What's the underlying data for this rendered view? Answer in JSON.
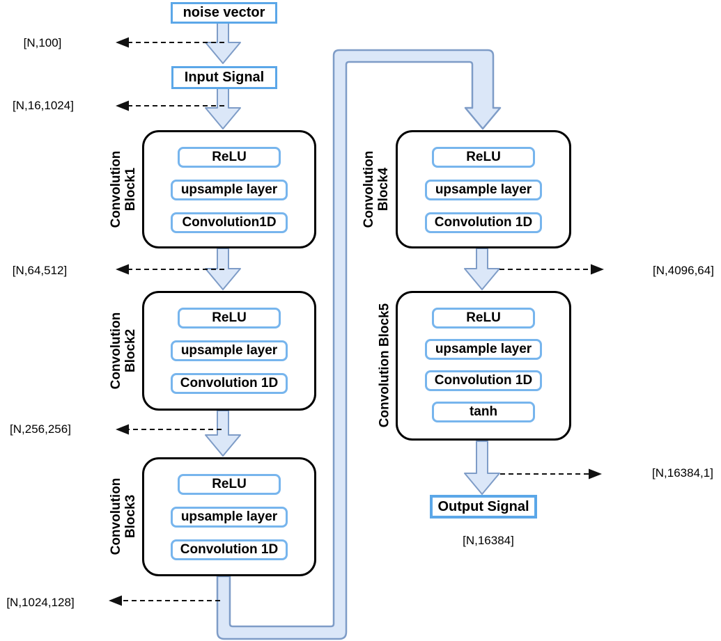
{
  "nodes": {
    "noise_vector": {
      "label": "noise vector"
    },
    "input_signal": {
      "label": "Input Signal"
    },
    "output_signal": {
      "label": "Output Signal"
    }
  },
  "blocks": [
    {
      "name_lines": [
        "Convolution",
        "Block1"
      ],
      "layers": [
        "ReLU",
        "upsample layer",
        "Convolution1D"
      ]
    },
    {
      "name_lines": [
        "Convolution",
        "Block2"
      ],
      "layers": [
        "ReLU",
        "upsample layer",
        "Convolution 1D"
      ]
    },
    {
      "name_lines": [
        "Convolution",
        "Block3"
      ],
      "layers": [
        "ReLU",
        "upsample layer",
        "Convolution 1D"
      ]
    },
    {
      "name_lines": [
        "Convolution",
        "Block4"
      ],
      "layers": [
        "ReLU",
        "upsample layer",
        "Convolution 1D"
      ]
    },
    {
      "name_lines": [
        "Convolution Block5"
      ],
      "layers": [
        "ReLU",
        "upsample layer",
        "Convolution 1D",
        "tanh"
      ]
    }
  ],
  "dimension_labels": {
    "left": [
      "[N,100]",
      "[N,16,1024]",
      "[N,64,512]",
      "[N,256,256]",
      "[N,1024,128]"
    ],
    "right": [
      "[N,4096,64]",
      "[N,16384,1]"
    ],
    "output": "[N,16384]"
  },
  "colors": {
    "arrow_fill": "#dbe7f8",
    "arrow_stroke": "#7e9cc7",
    "layer_border": "#77b5ed",
    "io_border": "#5ba7e8",
    "block_border": "#000000",
    "dashed_line": "#111111"
  }
}
